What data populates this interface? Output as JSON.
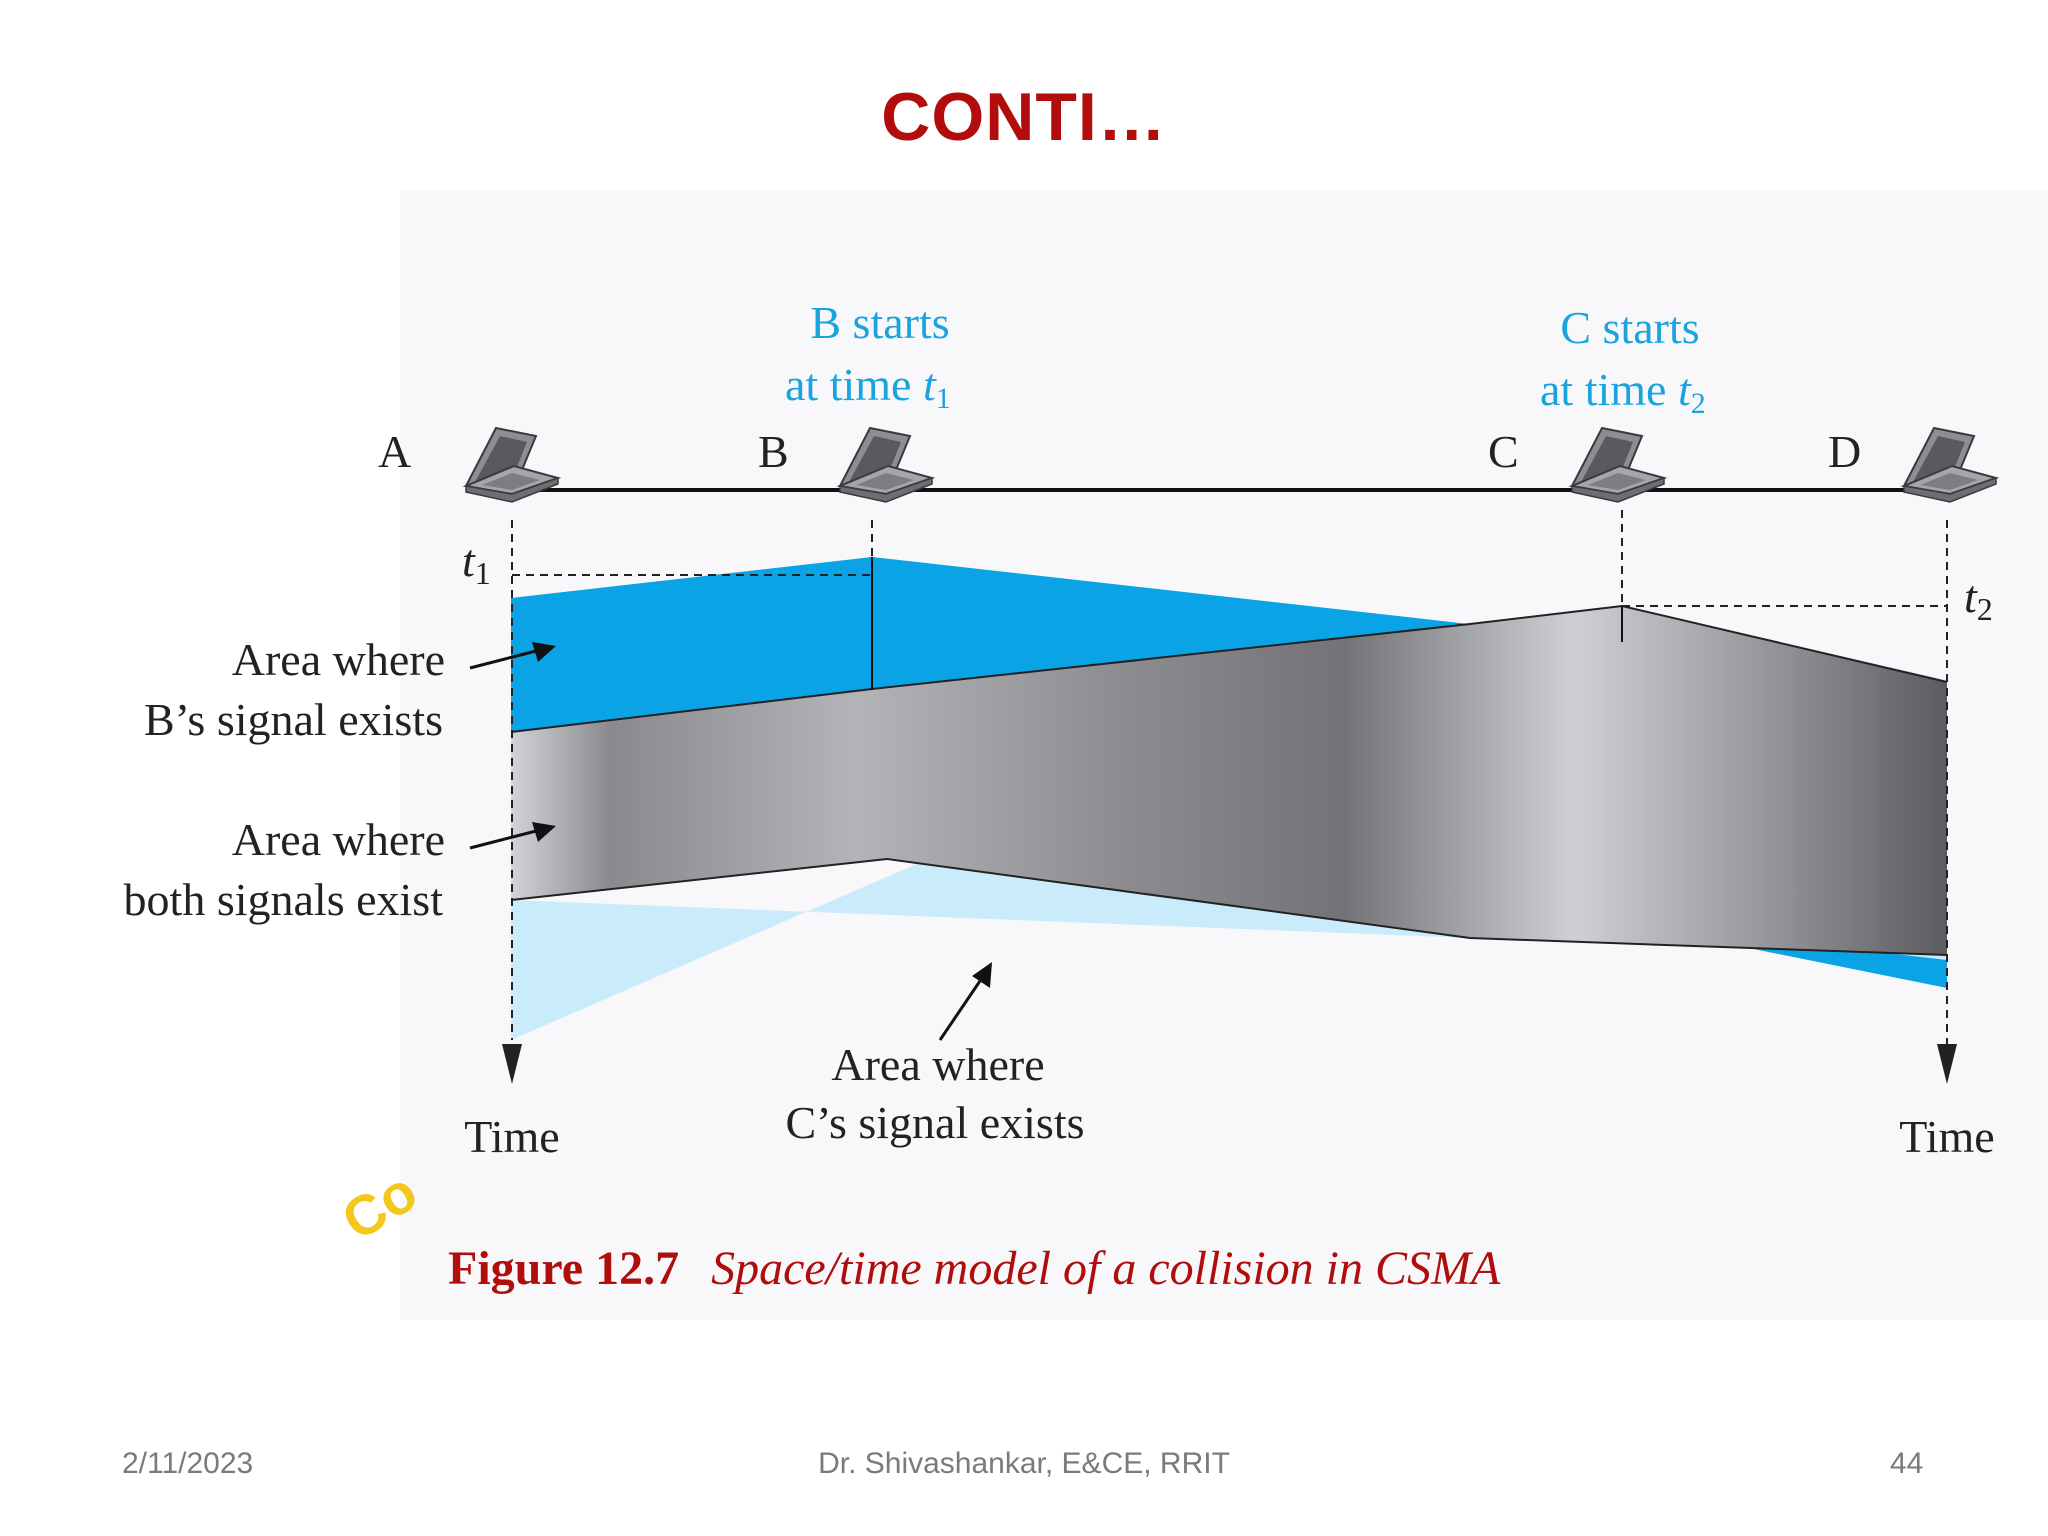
{
  "slide": {
    "title": "CONTI…",
    "watermark_fragment": "Co"
  },
  "figure": {
    "nodes": [
      {
        "id": "A",
        "label": "A"
      },
      {
        "id": "B",
        "label": "B"
      },
      {
        "id": "C",
        "label": "C"
      },
      {
        "id": "D",
        "label": "D"
      }
    ],
    "annotations": {
      "b_starts_line1": "B starts",
      "b_starts_line2": "at time ",
      "b_starts_time": "t",
      "b_starts_sub": "1",
      "c_starts_line1": "C starts",
      "c_starts_line2": "at time ",
      "c_starts_time": "t",
      "c_starts_sub": "2",
      "t1_label": "t",
      "t1_sub": "1",
      "t2_label": "t",
      "t2_sub": "2",
      "area_b_line1": "Area where",
      "area_b_line2": "B’s signal exists",
      "area_both_line1": "Area where",
      "area_both_line2": "both signals exist",
      "area_c_line1": "Area where",
      "area_c_line2": "C’s signal exists",
      "time_left": "Time",
      "time_right": "Time"
    },
    "caption_label": "Figure 12.7",
    "caption_text": "Space/time model of a collision in CSMA",
    "colors": {
      "b_signal": "#0aa3e6",
      "c_signal": "#c9ebfa",
      "annotation_text": "#1ba3e0",
      "caption": "#b00d0d"
    }
  },
  "footer": {
    "date": "2/11/2023",
    "author": "Dr. Shivashankar, E&CE, RRIT",
    "page": "44"
  }
}
